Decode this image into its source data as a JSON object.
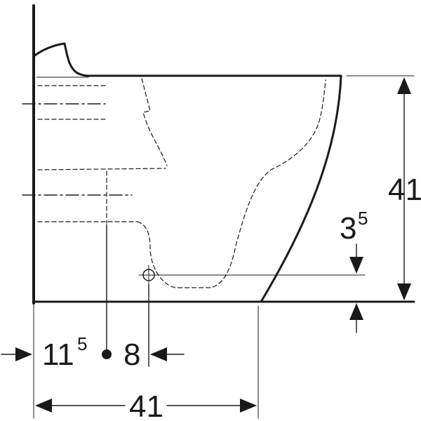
{
  "drawing": {
    "stroke_color": "#1a1a1a",
    "background": "#ffffff",
    "dimensions": {
      "height": {
        "value": "41"
      },
      "base_depth": {
        "value": "41"
      },
      "outlet_height": {
        "value": "3",
        "superscript": "5"
      },
      "left_offset": {
        "value": "11",
        "superscript": "5"
      },
      "outlet_offset": {
        "value": "8"
      }
    }
  }
}
